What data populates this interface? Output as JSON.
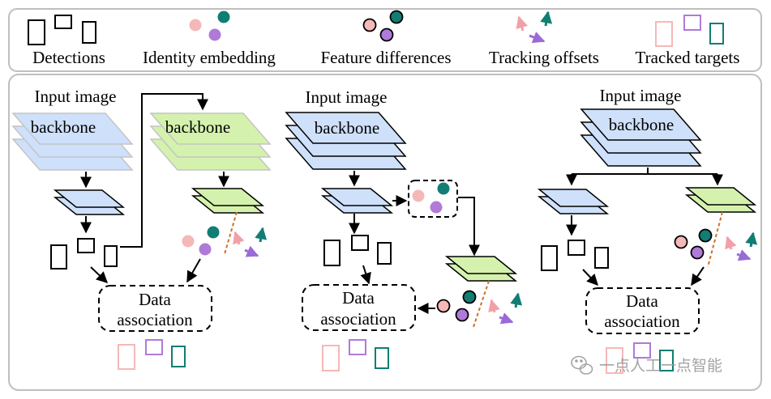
{
  "legend": {
    "detections": "Detections",
    "identity_embedding": "Identity embedding",
    "feature_differences": "Feature differences",
    "tracking_offsets": "Tracking offsets",
    "tracked_targets": "Tracked targets"
  },
  "panels": [
    {
      "input_label": "Input image",
      "backbone_a": "backbone",
      "backbone_b": "backbone",
      "data_line1": "Data",
      "data_line2": "association"
    },
    {
      "input_label": "Input image",
      "backbone": "backbone",
      "data_line1": "Data",
      "data_line2": "association"
    },
    {
      "input_label": "Input image",
      "backbone": "backbone",
      "data_line1": "Data",
      "data_line2": "association"
    }
  ],
  "watermark": "一点人工一点智能",
  "colors": {
    "blue_fill": "#cfe0fb",
    "green_fill": "#d4f2ad",
    "pink": "#f5b8b8",
    "purple": "#b07ad8",
    "teal": "#117d73",
    "offset_pink": "#f2a0a8",
    "offset_purple": "#9a6bd8",
    "dashed_line": "#c8732a",
    "border": "#bfbfbf"
  }
}
